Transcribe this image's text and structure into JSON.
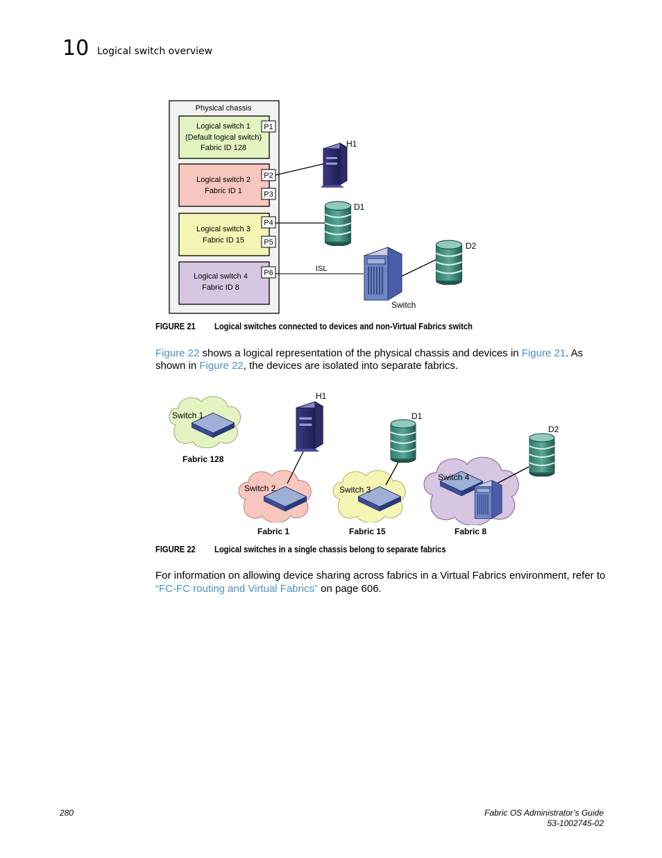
{
  "header": {
    "chapter_number": "10",
    "chapter_title": "Logical switch overview"
  },
  "figure21": {
    "chassis_label": "Physical chassis",
    "ls1": {
      "line1": "Logical switch 1",
      "line2": "(Default logical switch)",
      "line3": "Fabric ID 128"
    },
    "ls2": {
      "line1": "Logical switch 2",
      "line2": "Fabric ID 1"
    },
    "ls3": {
      "line1": "Logical switch 3",
      "line2": "Fabric ID 15"
    },
    "ls4": {
      "line1": "Logical switch 4",
      "line2": "Fabric ID 8"
    },
    "ports": [
      "P1",
      "P2",
      "P3",
      "P4",
      "P5",
      "P6"
    ],
    "h1": "H1",
    "d1": "D1",
    "d2": "D2",
    "isl": "ISL",
    "switch": "Switch",
    "caption_num": "FIGURE 21",
    "caption_text": "Logical switches connected to devices and non-Virtual Fabrics switch"
  },
  "paragraph1": {
    "link1": "Figure 22",
    "t1": " shows a logical representation of the physical chassis and devices in ",
    "link2": "Figure 21",
    "t2": ". As",
    "t3": "shown in ",
    "link3": "Figure 22",
    "t4": ", the devices are isolated into separate fabrics."
  },
  "figure22": {
    "switch1": "Switch 1",
    "switch2": "Switch 2",
    "switch3": "Switch 3",
    "switch4": "Switch 4",
    "fabric128": "Fabric 128",
    "fabric1": "Fabric 1",
    "fabric15": "Fabric 15",
    "fabric8": "Fabric 8",
    "h1": "H1",
    "d1": "D1",
    "d2": "D2",
    "caption_num": "FIGURE 22",
    "caption_text": "Logical switches in a single chassis belong to separate fabrics"
  },
  "paragraph2": {
    "t1": "For information on allowing device sharing across fabrics in a Virtual Fabrics environment, refer to",
    "link": "“FC-FC routing and Virtual Fabrics”",
    "t2": " on page 606."
  },
  "footer": {
    "page_number": "280",
    "guide_title": "Fabric OS Administrator’s Guide",
    "doc_number": "53-1002745-02"
  },
  "colors": {
    "ls1": "#e3f3c1",
    "ls2": "#f7c6be",
    "ls3": "#f4f4b4",
    "ls4": "#d7c6e2",
    "link": "#4a90c8"
  },
  "icons": [
    "server-icon",
    "disk-array-icon",
    "switch-chassis-icon",
    "switch-icon",
    "cloud-icon"
  ]
}
